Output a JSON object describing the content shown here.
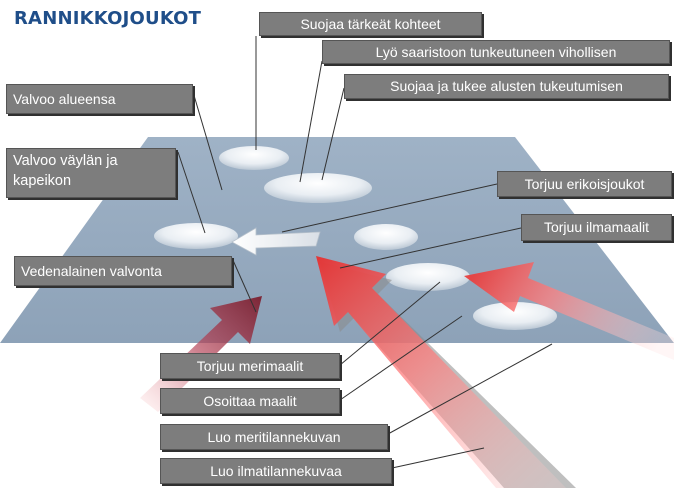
{
  "title": "RANNIKKOJOUKOT",
  "labels": {
    "suojaa_tarkeat": "Suojaa  tärkeät kohteet",
    "lyo_saaristoon": "Lyö saaristoon  tunkeutuneen  vihollisen",
    "suojaa_tukee": "Suojaa ja tukee alusten tukeutumisen",
    "valvoo_alueensa": "Valvoo alueensa",
    "valvoo_vaylan": "Valvoo väylän ja kapeikon",
    "torjuu_erikoisjoukot": "Torjuu erikoisjoukot",
    "torjuu_ilmamaalit": "Torjuu ilmamaalit",
    "vedenalainen": "Vedenalainen valvonta",
    "torjuu_merimaalit": "Torjuu merimaalit",
    "osoittaa_maalit": "Osoittaa maalit",
    "luo_meritilanne": "Luo meritilannekuvan",
    "luo_ilmatilanne": "Luo ilmatilannekuvaa"
  },
  "colors": {
    "title": "#1f4e89",
    "label_bg": "#7d7d7d",
    "sea": "#95a9bf",
    "arrow_red": "#e23a3a",
    "arrow_dark": "#8a2533"
  }
}
